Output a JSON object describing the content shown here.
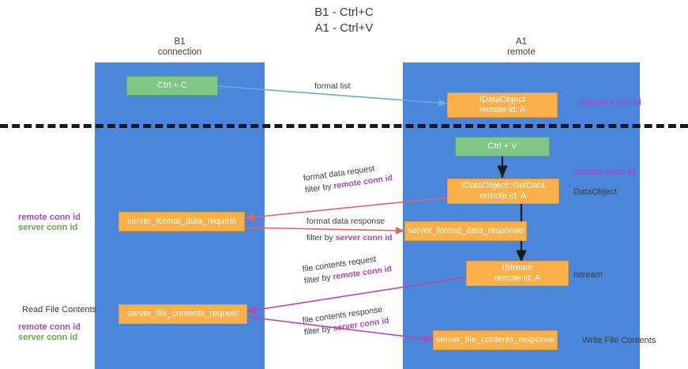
{
  "title": "B1 - Ctrl+C\nA1 - Ctrl+V",
  "columns": {
    "b1": {
      "header": "B1\nconnection"
    },
    "a1": {
      "header": "A1\nremote"
    }
  },
  "boxes": {
    "ctrl_c": "Ctrl + C",
    "ctrl_v": "Ctrl + V",
    "idataobject": "IDataObject\nremote id: A",
    "getdata": "IDataObject::GetData\nremote id: A",
    "server_format_data_request": "server_format_data_request",
    "server_format_data_response": "server_format_data_response",
    "istream": "IStream\nremote id: A",
    "server_file_contents_request": "server_file_contents_request",
    "server_file_contents_response": "server_file_contents_response"
  },
  "arrow_labels": {
    "format_list": "format list",
    "format_data_request_line1": "format data request",
    "format_data_request_filter_prefix": "filter by ",
    "format_data_request_filter_key": "remote conn id",
    "format_data_response_line1": "format data response",
    "format_data_response_filter_prefix": "filter by ",
    "format_data_response_filter_key": "server conn id",
    "file_contents_request_line1": "file contents request",
    "file_contents_request_filter_prefix": "filter by ",
    "file_contents_request_filter_key": "remote conn id",
    "file_contents_response_line1": "file contents response",
    "file_contents_response_filter_prefix": "filter by ",
    "file_contents_response_filter_key": "server conn id"
  },
  "side_labels": {
    "right_remote_conn_id_top": "remote conn id",
    "right_remote_conn_id_mid": "remote conn id",
    "right_dataobject": "DataObject",
    "right_istream": "Istream",
    "right_write_file_contents": "Write File Contents",
    "left_remote_conn_id_mid": "remote conn id",
    "left_server_conn_id_mid": "server conn id",
    "left_read_file_contents": "Read File Contents",
    "left_remote_conn_id_bottom": "remote conn id",
    "left_server_conn_id_bottom": "server conn id"
  },
  "colors": {
    "column_blue": "#4a86d9",
    "green_box": "#80c785",
    "orange_box": "#fbb04a",
    "purple_text": "#a64ac9",
    "green_text": "#6aa84f",
    "arrow_blue": "#6fa8dc",
    "arrow_red": "#e06666",
    "arrow_magenta": "#c043b0",
    "arrow_black": "#1a1a1a",
    "divider_black": "#1a1a1a"
  }
}
